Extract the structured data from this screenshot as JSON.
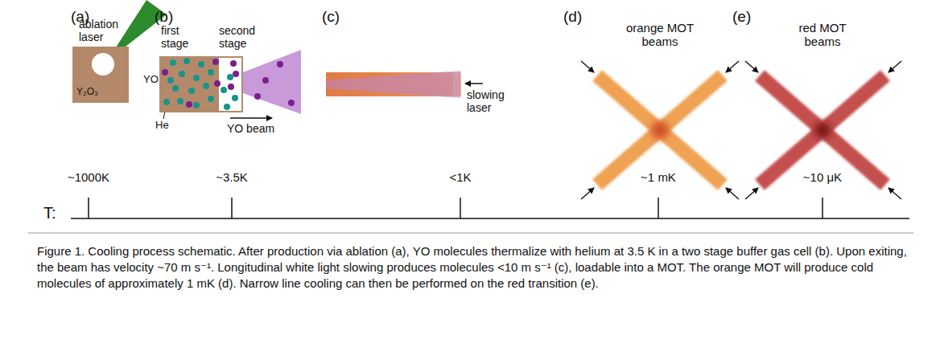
{
  "diagram": {
    "caption": "Figure 1. Cooling process schematic. After production via ablation (a), YO molecules thermalize with helium at 3.5 K in a two stage buffer gas cell (b). Upon exiting, the beam has velocity ~70 m s⁻¹. Longitudinal white light slowing produces molecules <10 m s⁻¹ (c), loadable into a MOT. The orange MOT will produce cold molecules of approximately 1 mK (d). Narrow line cooling can then be performed on the red transition (e).",
    "nodes": [
      {
        "text": [
          "Y₂O₃"
        ]
      },
      {
        "text": [
          "first stage"
        ]
      },
      {
        "text": [
          "second stage"
        ]
      }
    ],
    "edges": [],
    "labels": [
      "(a)",
      "ablation laser",
      "(b)",
      "YO",
      "He",
      "YO beam",
      "(c)",
      "slowing laser",
      "(d)",
      "orange MOT beams",
      "(e)",
      "red MOT beams",
      "~1000K",
      "~3.5K",
      "<1K",
      "~1 mK",
      "~10 μK",
      "T:"
    ]
  }
}
